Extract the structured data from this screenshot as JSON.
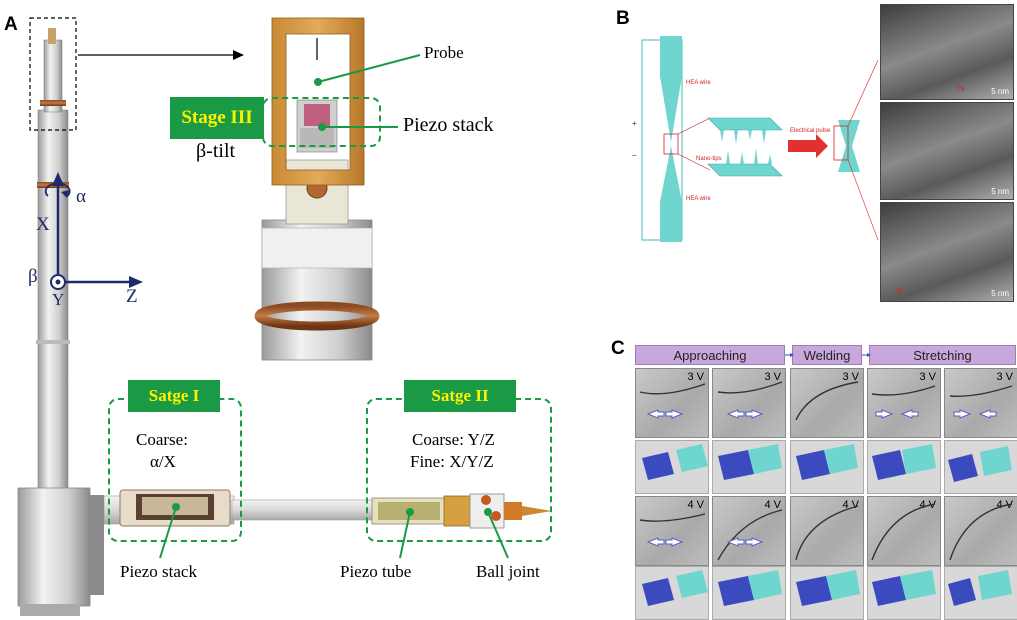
{
  "panels": {
    "a": "A",
    "b": "B",
    "c": "C"
  },
  "panel_a": {
    "stage_iii": "Stage III",
    "beta_tilt": "β-tilt",
    "probe": "Probe",
    "piezo_stack_top": "Piezo stack",
    "stage_i": "Satge I",
    "stage_i_line1": "Coarse:",
    "stage_i_line2": "α/X",
    "stage_ii": "Satge II",
    "stage_ii_line1": "Coarse: Y/Z",
    "stage_ii_line2": "Fine: X/Y/Z",
    "piezo_stack_bottom": "Piezo stack",
    "piezo_tube": "Piezo tube",
    "ball_joint": "Ball joint",
    "axes": {
      "alpha": "α",
      "x": "X",
      "beta": "β",
      "y": "Y",
      "z": "Z"
    }
  },
  "panel_b": {
    "hea_wire_top": "HEA wire",
    "hea_wire_bottom": "HEA wire",
    "nano_tips": "Nano-tips",
    "electrical_pulse": "Electrical pulse",
    "tb": "TB",
    "scale": "5 nm"
  },
  "panel_c": {
    "phases": [
      "Approaching",
      "Welding",
      "Stretching"
    ],
    "row1_voltage": "3 V",
    "row2_voltage": "4 V"
  },
  "colors": {
    "green": "#1a9a45",
    "yellow": "#fff200",
    "navy": "#1f2a6b",
    "teal": "#6fd6cf",
    "red": "#d42020",
    "purple": "#c8a8dc"
  }
}
